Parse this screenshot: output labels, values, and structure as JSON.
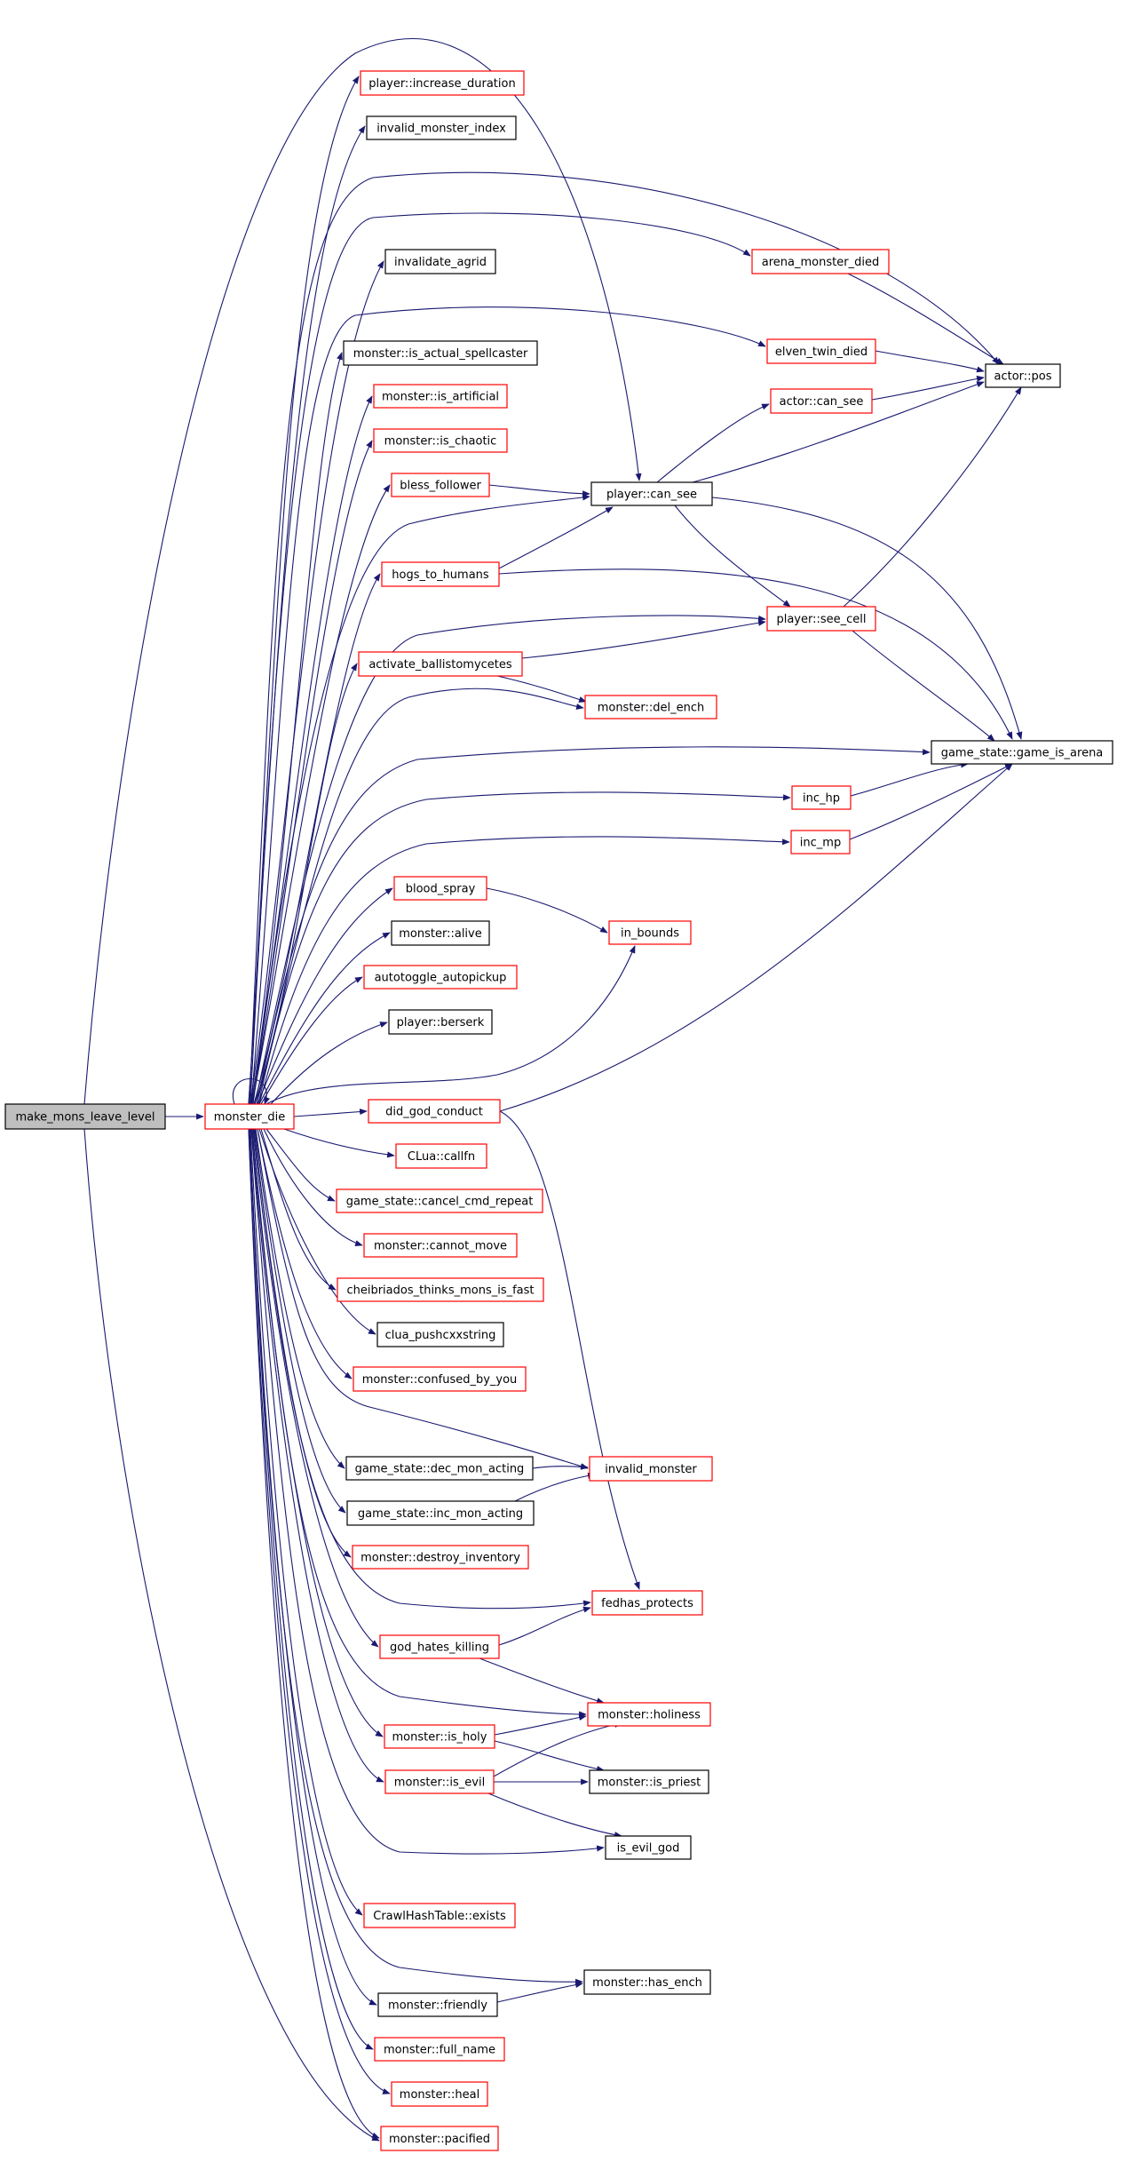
{
  "colors": {
    "edge": "#191970",
    "border_documented": "#000000",
    "border_undocumented": "#ff0000",
    "root_fill": "#bfbfbf",
    "node_fill": "#ffffff"
  },
  "nodes": [
    {
      "id": "make_mons_leave_level",
      "label": "make_mons_leave_level",
      "kind": "root"
    },
    {
      "id": "monster_die",
      "label": "monster_die",
      "kind": "red"
    },
    {
      "id": "increase_duration",
      "label": "player::increase_duration",
      "kind": "red"
    },
    {
      "id": "invalid_monster_index",
      "label": "invalid_monster_index",
      "kind": "black"
    },
    {
      "id": "invalidate_agrid",
      "label": "invalidate_agrid",
      "kind": "black"
    },
    {
      "id": "is_actual_spellcaster",
      "label": "monster::is_actual_spellcaster",
      "kind": "black"
    },
    {
      "id": "is_artificial",
      "label": "monster::is_artificial",
      "kind": "red"
    },
    {
      "id": "is_chaotic",
      "label": "monster::is_chaotic",
      "kind": "red"
    },
    {
      "id": "bless_follower",
      "label": "bless_follower",
      "kind": "red"
    },
    {
      "id": "hogs_to_humans",
      "label": "hogs_to_humans",
      "kind": "red"
    },
    {
      "id": "activate_ballistomycetes",
      "label": "activate_ballistomycetes",
      "kind": "red"
    },
    {
      "id": "blood_spray",
      "label": "blood_spray",
      "kind": "red"
    },
    {
      "id": "alive",
      "label": "monster::alive",
      "kind": "black"
    },
    {
      "id": "autotoggle_autopickup",
      "label": "autotoggle_autopickup",
      "kind": "red"
    },
    {
      "id": "berserk",
      "label": "player::berserk",
      "kind": "black"
    },
    {
      "id": "did_god_conduct",
      "label": "did_god_conduct",
      "kind": "red"
    },
    {
      "id": "callfn",
      "label": "CLua::callfn",
      "kind": "red"
    },
    {
      "id": "cancel_cmd_repeat",
      "label": "game_state::cancel_cmd_repeat",
      "kind": "red"
    },
    {
      "id": "cannot_move",
      "label": "monster::cannot_move",
      "kind": "red"
    },
    {
      "id": "cheibriados",
      "label": "cheibriados_thinks_mons_is_fast",
      "kind": "red"
    },
    {
      "id": "clua_pushcxxstring",
      "label": "clua_pushcxxstring",
      "kind": "black"
    },
    {
      "id": "confused_by_you",
      "label": "monster::confused_by_you",
      "kind": "red"
    },
    {
      "id": "dec_mon_acting",
      "label": "game_state::dec_mon_acting",
      "kind": "black"
    },
    {
      "id": "inc_mon_acting",
      "label": "game_state::inc_mon_acting",
      "kind": "black"
    },
    {
      "id": "destroy_inventory",
      "label": "monster::destroy_inventory",
      "kind": "red"
    },
    {
      "id": "god_hates_killing",
      "label": "god_hates_killing",
      "kind": "red"
    },
    {
      "id": "is_holy",
      "label": "monster::is_holy",
      "kind": "red"
    },
    {
      "id": "is_evil",
      "label": "monster::is_evil",
      "kind": "red"
    },
    {
      "id": "exists",
      "label": "CrawlHashTable::exists",
      "kind": "red"
    },
    {
      "id": "friendly",
      "label": "monster::friendly",
      "kind": "black"
    },
    {
      "id": "full_name",
      "label": "monster::full_name",
      "kind": "red"
    },
    {
      "id": "heal",
      "label": "monster::heal",
      "kind": "red"
    },
    {
      "id": "pacified",
      "label": "monster::pacified",
      "kind": "red"
    },
    {
      "id": "arena_monster_died",
      "label": "arena_monster_died",
      "kind": "red"
    },
    {
      "id": "elven_twin_died",
      "label": "elven_twin_died",
      "kind": "red"
    },
    {
      "id": "actor_can_see",
      "label": "actor::can_see",
      "kind": "red"
    },
    {
      "id": "player_can_see",
      "label": "player::can_see",
      "kind": "black"
    },
    {
      "id": "see_cell",
      "label": "player::see_cell",
      "kind": "red"
    },
    {
      "id": "del_ench",
      "label": "monster::del_ench",
      "kind": "red"
    },
    {
      "id": "inc_hp",
      "label": "inc_hp",
      "kind": "red"
    },
    {
      "id": "inc_mp",
      "label": "inc_mp",
      "kind": "red"
    },
    {
      "id": "in_bounds",
      "label": "in_bounds",
      "kind": "red"
    },
    {
      "id": "invalid_monster",
      "label": "invalid_monster",
      "kind": "red"
    },
    {
      "id": "fedhas_protects",
      "label": "fedhas_protects",
      "kind": "red"
    },
    {
      "id": "holiness",
      "label": "monster::holiness",
      "kind": "red"
    },
    {
      "id": "is_priest",
      "label": "monster::is_priest",
      "kind": "black"
    },
    {
      "id": "is_evil_god",
      "label": "is_evil_god",
      "kind": "black"
    },
    {
      "id": "has_ench",
      "label": "monster::has_ench",
      "kind": "black"
    },
    {
      "id": "actor_pos",
      "label": "actor::pos",
      "kind": "black"
    },
    {
      "id": "game_is_arena",
      "label": "game_state::game_is_arena",
      "kind": "black"
    }
  ]
}
